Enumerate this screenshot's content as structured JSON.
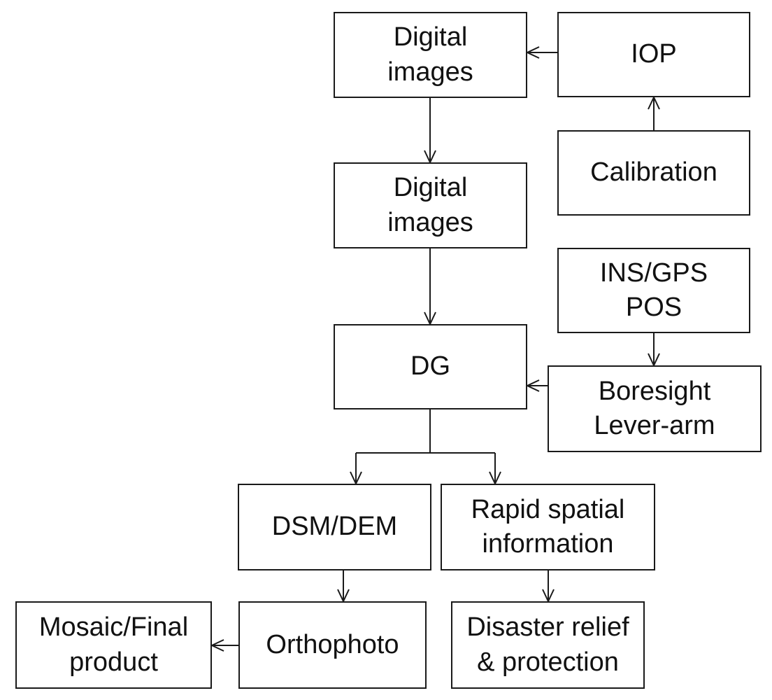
{
  "nodes": {
    "digital_images_1": {
      "line1": "Digital",
      "line2": "images"
    },
    "iop": {
      "line1": "IOP"
    },
    "calibration": {
      "line1": "Calibration"
    },
    "digital_images_2": {
      "line1": "Digital",
      "line2": "images"
    },
    "ins_gps_pos": {
      "line1": "INS/GPS",
      "line2": "POS"
    },
    "dg": {
      "line1": "DG"
    },
    "boresight_lever_arm": {
      "line1": "Boresight",
      "line2": "Lever-arm"
    },
    "dsm_dem": {
      "line1": "DSM/DEM"
    },
    "rapid_spatial_information": {
      "line1": "Rapid spatial",
      "line2": "information"
    },
    "mosaic_final_product": {
      "line1": "Mosaic/Final",
      "line2": "product"
    },
    "orthophoto": {
      "line1": "Orthophoto"
    },
    "disaster_relief_protection": {
      "line1": "Disaster relief",
      "line2": "& protection"
    }
  },
  "edges": [
    {
      "from": "iop",
      "to": "digital_images_1"
    },
    {
      "from": "calibration",
      "to": "iop"
    },
    {
      "from": "digital_images_1",
      "to": "digital_images_2"
    },
    {
      "from": "digital_images_2",
      "to": "dg"
    },
    {
      "from": "ins_gps_pos",
      "to": "boresight_lever_arm"
    },
    {
      "from": "boresight_lever_arm",
      "to": "dg"
    },
    {
      "from": "dg",
      "to": "dsm_dem"
    },
    {
      "from": "dg",
      "to": "rapid_spatial_information"
    },
    {
      "from": "dsm_dem",
      "to": "orthophoto"
    },
    {
      "from": "rapid_spatial_information",
      "to": "disaster_relief_protection"
    },
    {
      "from": "orthophoto",
      "to": "mosaic_final_product"
    }
  ],
  "colors": {
    "line": "#1a1a1a",
    "text": "#111111",
    "background": "#ffffff"
  }
}
